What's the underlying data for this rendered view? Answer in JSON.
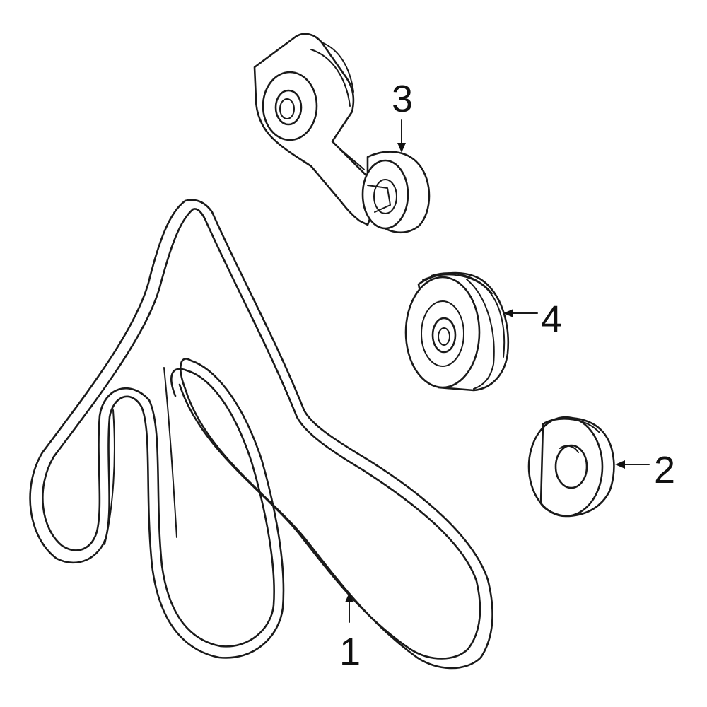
{
  "callouts": [
    {
      "id": "1",
      "label": "1"
    },
    {
      "id": "2",
      "label": "2"
    },
    {
      "id": "3",
      "label": "3"
    },
    {
      "id": "4",
      "label": "4"
    }
  ],
  "colors": {
    "highlight": "#3a5bc7",
    "line": "#1a1a1a",
    "background": "#ffffff"
  }
}
